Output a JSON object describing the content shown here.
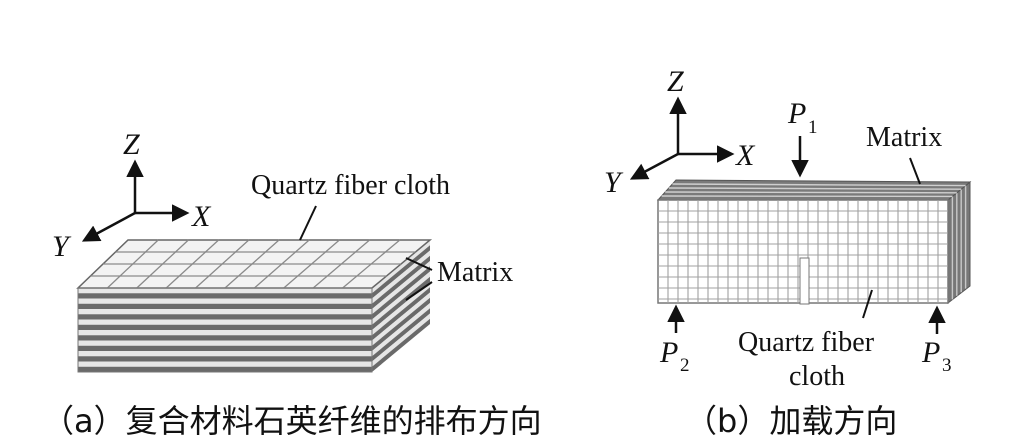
{
  "panel_a": {
    "axes": {
      "z": "Z",
      "x": "X",
      "y": "Y"
    },
    "labels": {
      "fiber": "Quartz fiber cloth",
      "matrix": "Matrix"
    },
    "caption": "（a）复合材料石英纤维的排布方向"
  },
  "panel_b": {
    "axes": {
      "z": "Z",
      "x": "X",
      "y": "Y"
    },
    "loads": {
      "p1": {
        "letter": "P",
        "sub": "1"
      },
      "p2": {
        "letter": "P",
        "sub": "2"
      },
      "p3": {
        "letter": "P",
        "sub": "3"
      }
    },
    "labels": {
      "matrix": "Matrix",
      "fiber_line1": "Quartz fiber",
      "fiber_line2": "cloth"
    },
    "caption": "（b）加载方向"
  },
  "colors": {
    "ink": "#111111",
    "band_dark": "#6a6a6a",
    "band_light": "#e6e6e6",
    "grid": "#9a9a9a"
  }
}
